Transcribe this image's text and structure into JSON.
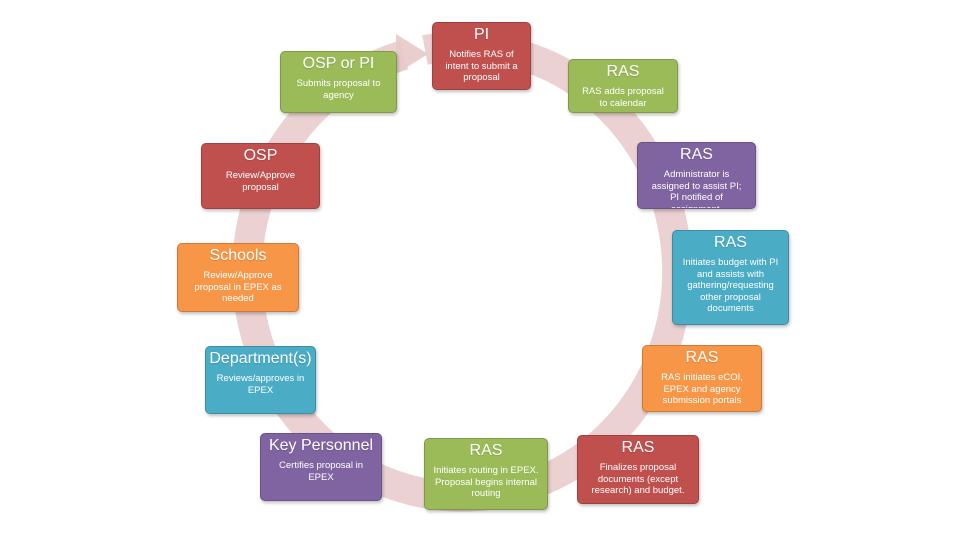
{
  "colors": {
    "red": "#c0504d",
    "green": "#9bbb59",
    "purple": "#8064a2",
    "cyan": "#4bacc6",
    "orange": "#f79646",
    "ring": "#e8c9c9"
  },
  "ring_icon": "circular-arrow-icon",
  "steps": [
    {
      "title": "PI",
      "desc": "Notifies RAS of intent to submit a proposal"
    },
    {
      "title": "RAS",
      "desc": "RAS adds proposal to calendar"
    },
    {
      "title": "RAS",
      "desc": "Administrator is assigned to assist PI; PI notified of assignment."
    },
    {
      "title": "RAS",
      "desc": "Initiates budget with PI and assists with gathering/requesting other proposal documents"
    },
    {
      "title": "RAS",
      "desc": "RAS initiates eCOI, EPEX and agency submission portals"
    },
    {
      "title": "RAS",
      "desc": "Finalizes proposal documents (except research) and budget."
    },
    {
      "title": "RAS",
      "desc": "Initiates routing in EPEX. Proposal begins internal routing"
    },
    {
      "title": "Key Personnel",
      "desc": "Certifies proposal in EPEX"
    },
    {
      "title": "Department(s)",
      "desc": "Reviews/approves in EPEX"
    },
    {
      "title": "Schools",
      "desc": "Review/Approve proposal in EPEX as needed"
    },
    {
      "title": "OSP",
      "desc": "Review/Approve proposal"
    },
    {
      "title": "OSP or PI",
      "desc": "Submits proposal to agency"
    }
  ]
}
